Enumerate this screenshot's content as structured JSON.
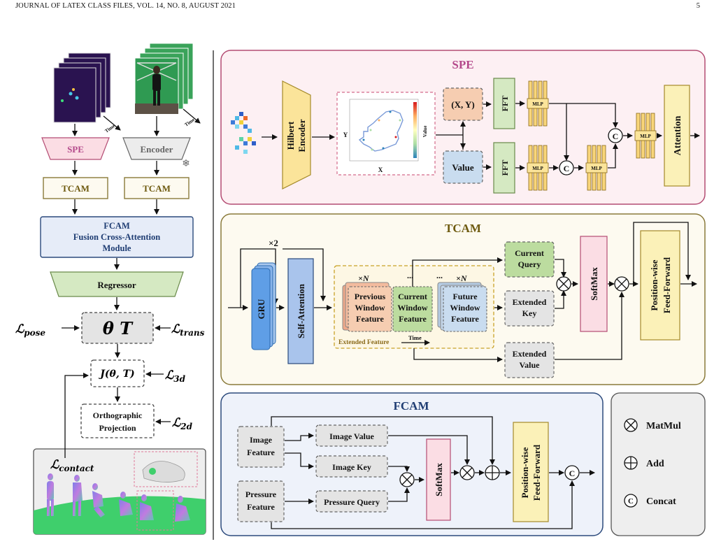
{
  "header": {
    "journal": "JOURNAL OF LATEX CLASS FILES, VOL. 14, NO. 8, AUGUST 2021",
    "page_number": "5"
  },
  "left": {
    "time_label": "Time",
    "spe": "SPE",
    "encoder": "Encoder",
    "tcam": "TCAM",
    "fcam_title": "FCAM",
    "fcam_sub1": "Fusion Cross-Attention",
    "fcam_sub2": "Module",
    "regressor": "Regressor",
    "loss_pose": "ℒ",
    "loss_pose_sub": "pose",
    "theta_t": "θ  T",
    "loss_trans": "ℒ",
    "loss_trans_sub": "trans",
    "joint": "J(θ, T)",
    "loss_3d": "ℒ",
    "loss_3d_sub": "3d",
    "ortho1": "Orthographic",
    "ortho2": "Projection",
    "loss_2d": "ℒ",
    "loss_2d_sub": "2d",
    "loss_contact": "ℒ",
    "loss_contact_sub": "contact"
  },
  "spe": {
    "title": "SPE",
    "hilbert1": "Hilbert",
    "hilbert2": "Encoder",
    "xy": "(X, Y)",
    "value": "Value",
    "fft": "FFT",
    "mlp": "MLP",
    "concat": "C",
    "attention": "Attention",
    "plot_x": "X",
    "plot_y": "Y",
    "plot_value": "Value"
  },
  "tcam": {
    "title": "TCAM",
    "times2": "×2",
    "gru": "GRU",
    "self_attention": "Self-Attention",
    "times_n1": "×N",
    "times_n2": "×N",
    "dots1": "...",
    "dots2": "...",
    "prev": [
      "Previous",
      "Window",
      "Feature"
    ],
    "curr": [
      "Current",
      "Window",
      "Feature"
    ],
    "future": [
      "Future",
      "Window",
      "Feature"
    ],
    "extended_feature": "Extended Feature",
    "time": "Time",
    "current_query": [
      "Current",
      "Query"
    ],
    "extended_key": [
      "Extended",
      "Key"
    ],
    "extended_value": [
      "Extended",
      "Value"
    ],
    "softmax": "SoftMax",
    "ffn1": "Position-wise",
    "ffn2": "Feed-Forward"
  },
  "fcam": {
    "title": "FCAM",
    "image_feature": [
      "Image",
      "Feature"
    ],
    "pressure_feature": [
      "Pressure",
      "Feature"
    ],
    "image_value": "Image Value",
    "image_key": "Image Key",
    "pressure_query": "Pressure Query",
    "softmax": "SoftMax",
    "ffn1": "Position-wise",
    "ffn2": "Feed-Forward",
    "concat": "C"
  },
  "legend": {
    "matmul": "MatMul",
    "add": "Add",
    "concat": "Concat",
    "concat_symbol": "C"
  },
  "colors": {
    "spe_bg": "#fdf0f3",
    "spe_border": "#b44c73",
    "tcam_bg": "#fdfaf0",
    "tcam_border": "#8a7a3a",
    "fcam_bg": "#eef2fa",
    "fcam_border": "#2b4a7c",
    "yellow": "#fbf1b8",
    "green": "#d5e9c2",
    "blue": "#c9dcef",
    "orange": "#f6cdb1",
    "pink": "#fbdde4",
    "gray": "#e4e4e4"
  }
}
